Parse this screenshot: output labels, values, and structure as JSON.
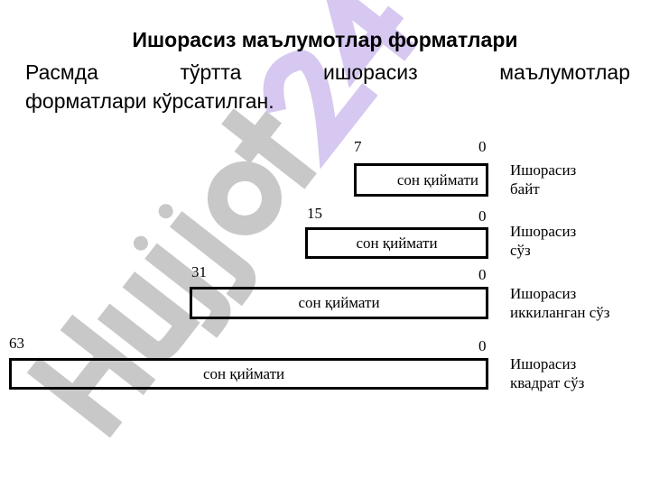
{
  "title": "Ишорасиз маълумотлар форматлари",
  "paragraph": {
    "line1": "Расмда тўртта ишорасиз маълумотлар",
    "line2": "форматлари кўрсатилган."
  },
  "watermark": "Hujjat24",
  "formats": [
    {
      "high_bit": "7",
      "low_bit": "0",
      "field": "сон қиймати",
      "name_line1": "Ишорасиз",
      "name_line2": "байт"
    },
    {
      "high_bit": "15",
      "low_bit": "0",
      "field": "сон қиймати",
      "name_line1": "Ишорасиз",
      "name_line2": "сўз"
    },
    {
      "high_bit": "31",
      "low_bit": "0",
      "field": "сон қиймати",
      "name_line1": "Ишорасиз",
      "name_line2": "иккиланган сўз"
    },
    {
      "high_bit": "63",
      "low_bit": "0",
      "field": "сон қиймати",
      "name_line1": "Ишорасиз",
      "name_line2": "квадрат сўз"
    }
  ]
}
